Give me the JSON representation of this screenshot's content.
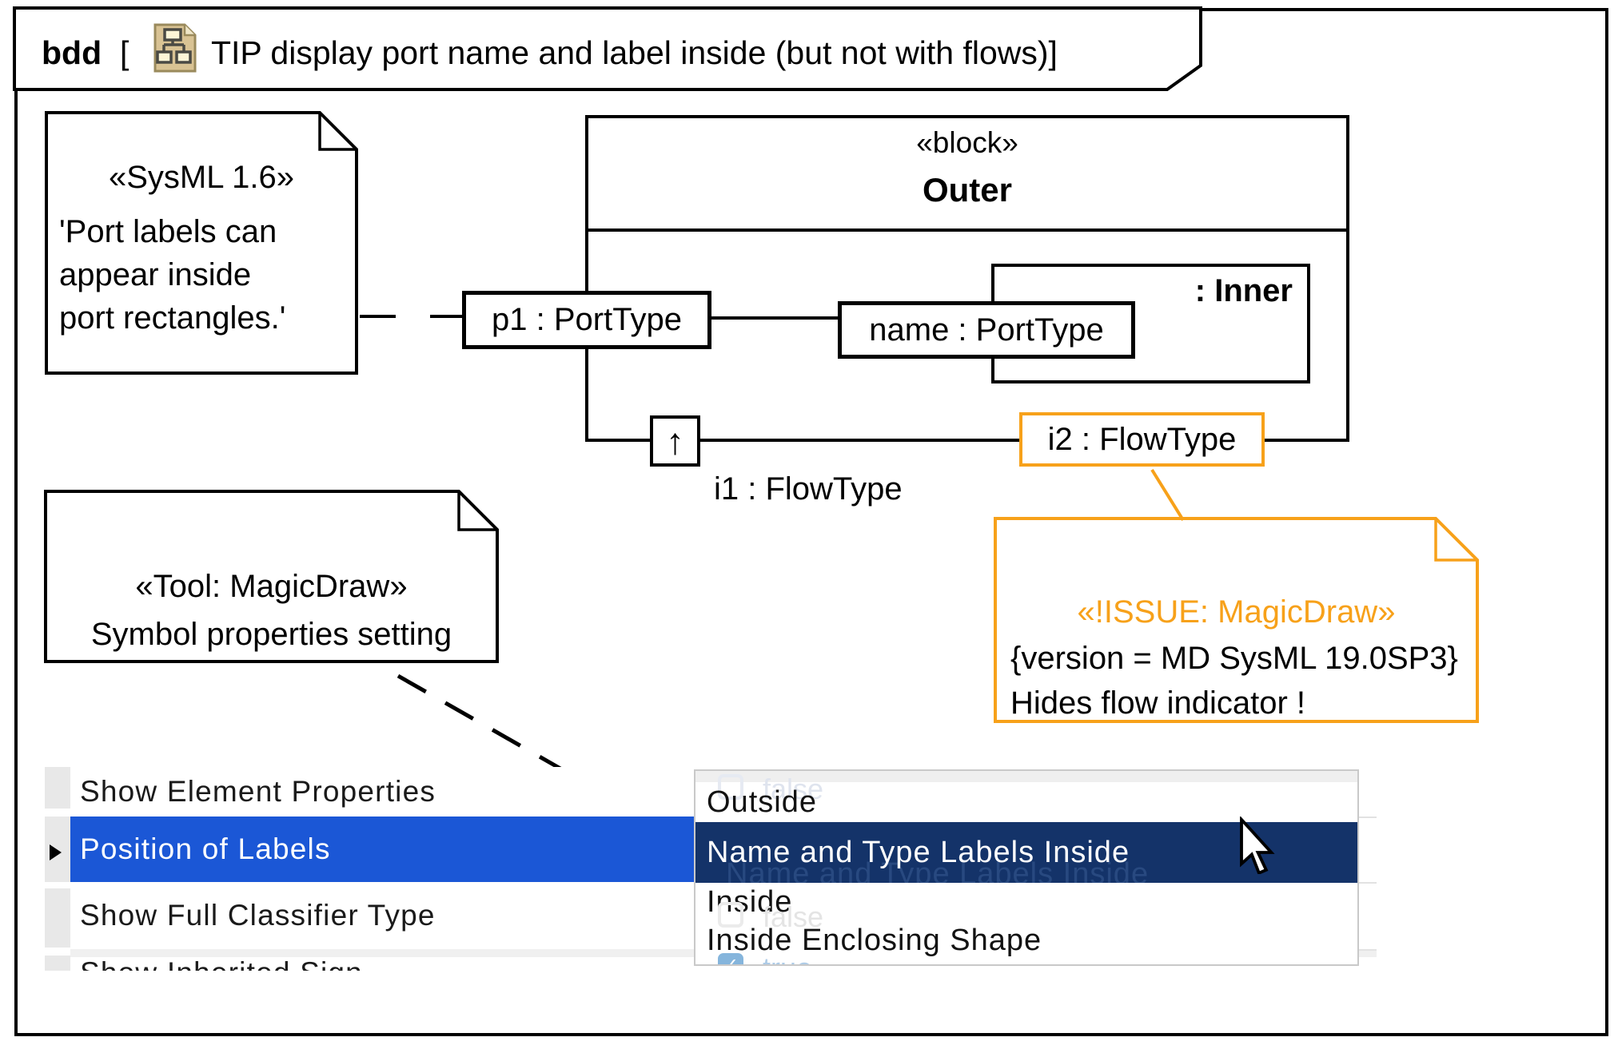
{
  "header": {
    "keyword": "bdd",
    "open_bracket": "[",
    "title": "TIP display port name and label inside (but not with flows)]",
    "icon": "diagram-document-icon"
  },
  "notes": {
    "sysml": {
      "stereotype": "«SysML 1.6»",
      "line1": "'Port labels can",
      "line2": "appear inside",
      "line3": "port rectangles.'"
    },
    "tool": {
      "stereotype": "«Tool: MagicDraw»",
      "body": "Symbol properties setting"
    },
    "issue": {
      "stereotype": "«!ISSUE: MagicDraw»",
      "constraint": "{version = MD SysML 19.0SP3}",
      "body": "Hides flow indicator !"
    }
  },
  "diagram": {
    "block_stereotype": "«block»",
    "block_name": "Outer",
    "inner_label": ": Inner",
    "port_p1": "p1 : PortType",
    "port_name": "name : PortType",
    "port_i2": "i2 : FlowType",
    "flow_label": "i1 : FlowType",
    "flow_arrow": "↑"
  },
  "panel": {
    "rows": [
      {
        "label": "Show Element Properties",
        "selected": false
      },
      {
        "label": "Position of Labels",
        "selected": true
      },
      {
        "label": "Show Full Classifier Type",
        "selected": false
      },
      {
        "label": "Show Inherited Sign",
        "selected": false
      }
    ],
    "dropdown": {
      "items": [
        {
          "label": "Outside",
          "selected": false
        },
        {
          "label": "Name and Type Labels Inside",
          "selected": true
        },
        {
          "label": "Inside",
          "selected": false
        },
        {
          "label": "Inside Enclosing Shape",
          "selected": false
        }
      ],
      "selected_value": "Name and Type Labels Inside",
      "ghost_echo": "Name and Type Labels Inside",
      "ghosts": {
        "g1": "false",
        "g2": "false",
        "g3": "true",
        "check": "✓"
      }
    }
  },
  "colors": {
    "issue_accent_orange": "#F7A11A",
    "row_highlight_blue": "#1B57D6",
    "dropdown_selection_navy": "#143369"
  }
}
